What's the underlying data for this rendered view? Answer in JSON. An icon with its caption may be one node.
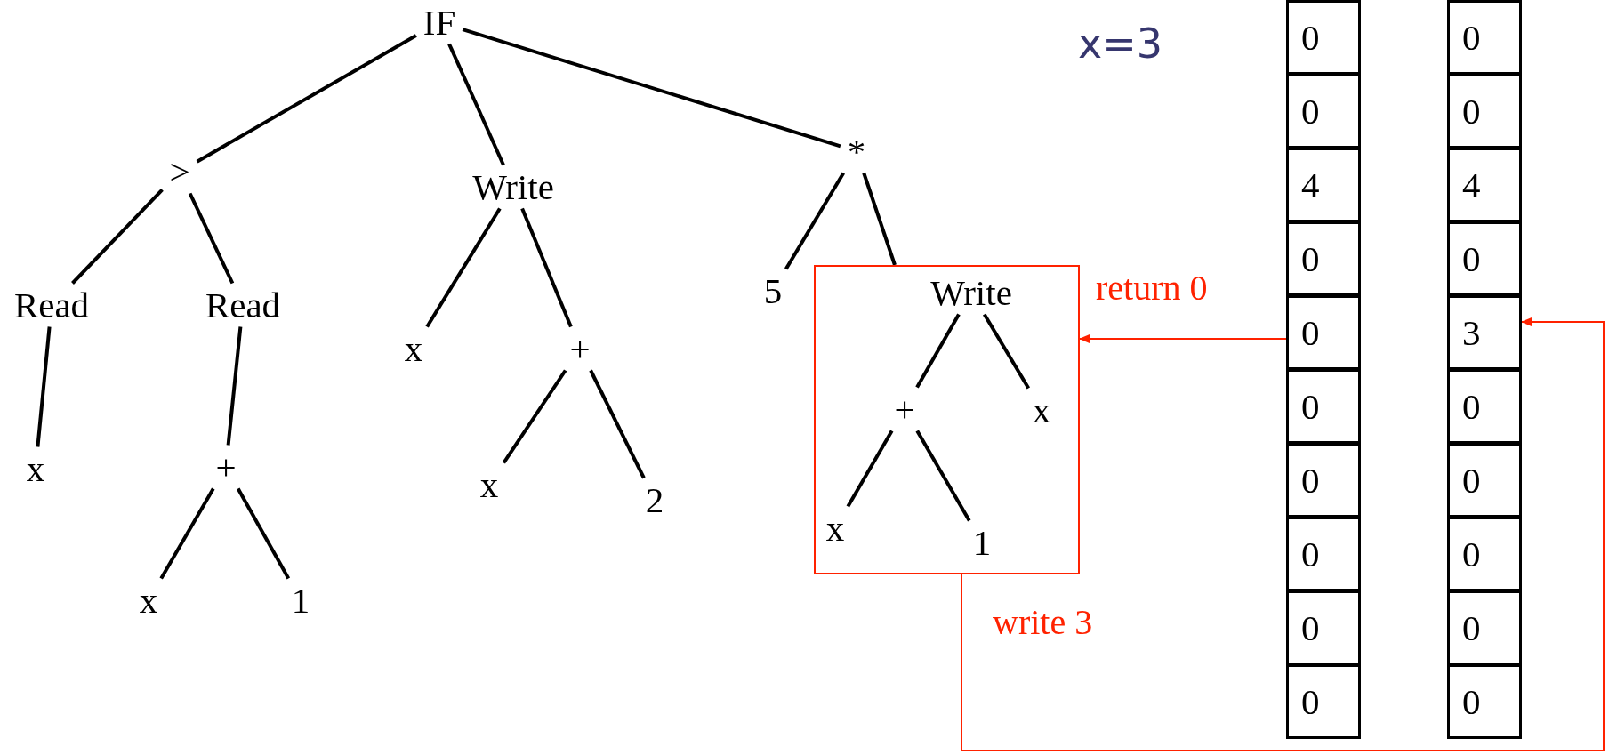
{
  "diagram": {
    "nodes": [
      {
        "text": [
          "IF"
        ]
      },
      {
        "text": [
          ">"
        ]
      },
      {
        "text": [
          "Write"
        ]
      },
      {
        "text": [
          "*"
        ]
      },
      {
        "text": [
          "Read"
        ]
      },
      {
        "text": [
          "Read"
        ]
      },
      {
        "text": [
          "x"
        ]
      },
      {
        "text": [
          "+"
        ]
      },
      {
        "text": [
          "x"
        ]
      },
      {
        "text": [
          "1"
        ]
      },
      {
        "text": [
          "x"
        ]
      },
      {
        "text": [
          "+"
        ]
      },
      {
        "text": [
          "x"
        ]
      },
      {
        "text": [
          "2"
        ]
      },
      {
        "text": [
          "5"
        ]
      },
      {
        "text": [],
        "shape": "box"
      },
      {
        "text": [
          "Write"
        ],
        "in": 15
      },
      {
        "text": [
          "+"
        ],
        "in": 15
      },
      {
        "text": [
          "x"
        ],
        "in": 15
      },
      {
        "text": [
          "x"
        ],
        "in": 15
      },
      {
        "text": [
          "1"
        ],
        "in": 15
      },
      {
        "text": [
          "0"
        ]
      },
      {
        "text": [
          "0"
        ]
      },
      {
        "text": [
          "4"
        ]
      },
      {
        "text": [
          "0"
        ]
      },
      {
        "text": [
          "0"
        ]
      },
      {
        "text": [
          "0"
        ]
      },
      {
        "text": [
          "0"
        ]
      },
      {
        "text": [
          "0"
        ]
      },
      {
        "text": [
          "0"
        ]
      },
      {
        "text": [
          "0"
        ]
      },
      {
        "text": [
          "0"
        ]
      },
      {
        "text": [
          "0"
        ]
      },
      {
        "text": [
          "4"
        ]
      },
      {
        "text": [
          "0"
        ]
      },
      {
        "text": [
          "3"
        ]
      },
      {
        "text": [
          "0"
        ]
      },
      {
        "text": [
          "0"
        ]
      },
      {
        "text": [
          "0"
        ]
      },
      {
        "text": [
          "0"
        ]
      },
      {
        "text": [
          "0"
        ]
      }
    ],
    "edges": [
      {
        "from": 0,
        "to": 1,
        "arrow": "none"
      },
      {
        "from": 0,
        "to": 2,
        "arrow": "none"
      },
      {
        "from": 0,
        "to": 3,
        "arrow": "none"
      },
      {
        "from": 1,
        "to": 4,
        "arrow": "none"
      },
      {
        "from": 1,
        "to": 5,
        "arrow": "none"
      },
      {
        "from": 4,
        "to": 6,
        "arrow": "none"
      },
      {
        "from": 5,
        "to": 7,
        "arrow": "none"
      },
      {
        "from": 7,
        "to": 8,
        "arrow": "none"
      },
      {
        "from": 7,
        "to": 9,
        "arrow": "none"
      },
      {
        "from": 2,
        "to": 10,
        "arrow": "none"
      },
      {
        "from": 2,
        "to": 11,
        "arrow": "none"
      },
      {
        "from": 11,
        "to": 12,
        "arrow": "none"
      },
      {
        "from": 11,
        "to": 13,
        "arrow": "none"
      },
      {
        "from": 3,
        "to": 14,
        "arrow": "none"
      },
      {
        "from": 3,
        "to": 15,
        "arrow": "none"
      },
      {
        "from": 16,
        "to": 17,
        "arrow": "none"
      },
      {
        "from": 16,
        "to": 18,
        "arrow": "none"
      },
      {
        "from": 17,
        "to": 19,
        "arrow": "none"
      },
      {
        "from": 17,
        "to": 20,
        "arrow": "none"
      },
      {
        "from": 25,
        "to": 15,
        "arrow": "to",
        "label": "return 0",
        "color": "#ff2200"
      },
      {
        "from": 15,
        "to": 35,
        "arrow": "to",
        "label": "write 3",
        "color": "#ff2200"
      }
    ],
    "labels": [
      "x=3"
    ]
  }
}
